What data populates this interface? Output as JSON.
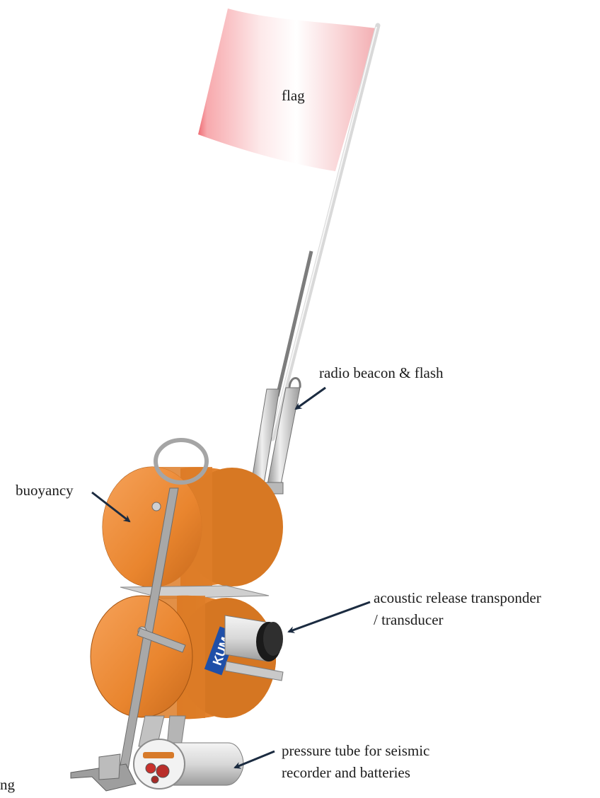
{
  "labels": {
    "flag": "flag",
    "radio_beacon": "radio beacon & flash",
    "buoyancy": "buoyancy",
    "acoustic_line1": "acoustic release transponder",
    "acoustic_line2": "/ transducer",
    "pressure_line1": "pressure tube for seismic",
    "pressure_line2": "recorder and batteries",
    "anchor_fragment": "ng"
  },
  "colors": {
    "orange": "#e8872e",
    "orange_dark": "#b65d12",
    "orange_light": "#f5a65a",
    "flag_pink": "#f0767c",
    "steel": "#a9a9a9",
    "arrow": "#1b2b40",
    "logo_blue": "#1f4fa8"
  },
  "logo": {
    "text": "KUM"
  }
}
